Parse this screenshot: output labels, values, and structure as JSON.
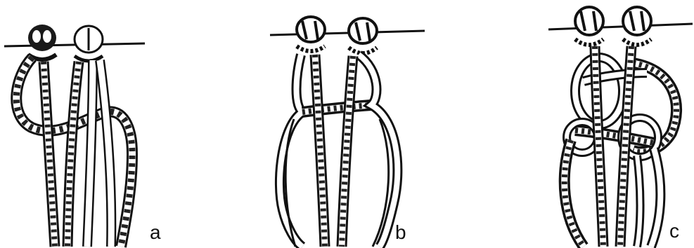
{
  "figure": {
    "panels": [
      {
        "id": "a",
        "label": "a"
      },
      {
        "id": "b",
        "label": "b"
      },
      {
        "id": "c",
        "label": "c"
      }
    ],
    "colors": {
      "ink": "#111111",
      "paper": "#ffffff"
    }
  }
}
